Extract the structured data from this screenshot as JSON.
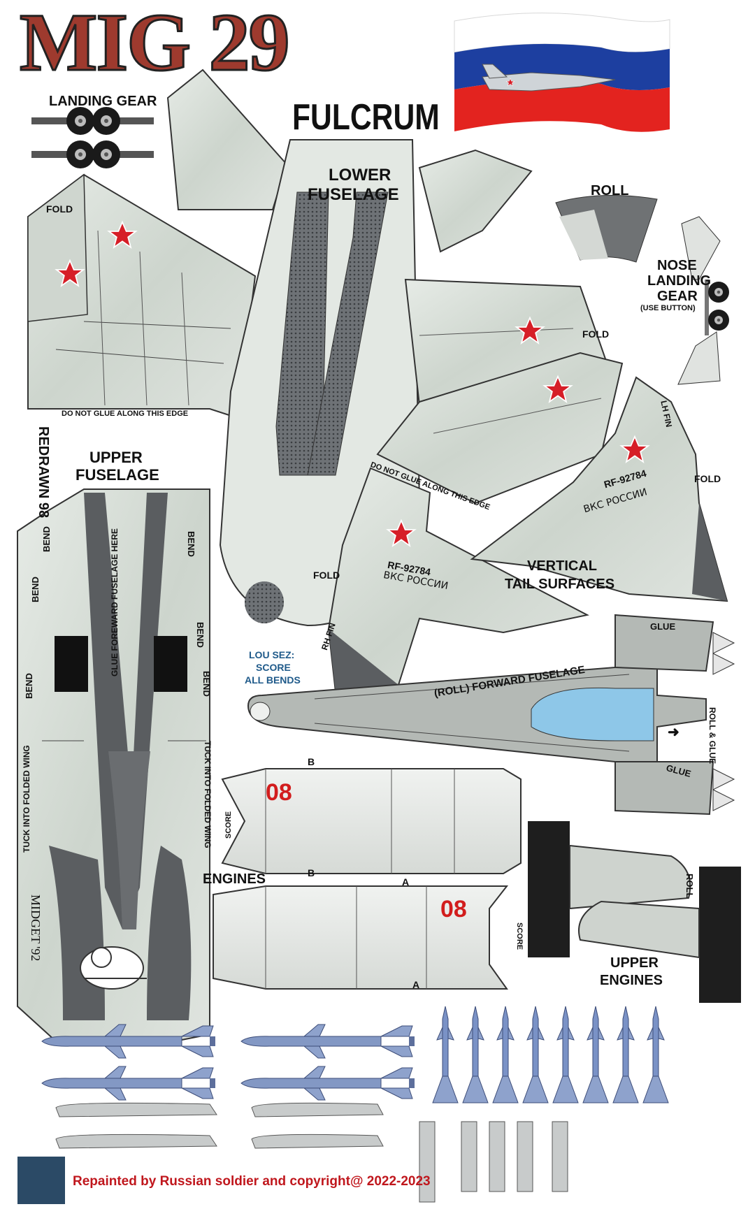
{
  "title": "MIG 29",
  "subtitle": "FULCRUM",
  "labels": {
    "landing_gear": "LANDING GEAR",
    "lower_fuselage_1": "LOWER",
    "lower_fuselage_2": "FUSELAGE",
    "roll": "ROLL",
    "nose_gear_1": "NOSE",
    "nose_gear_2": "LANDING",
    "nose_gear_3": "GEAR",
    "nose_gear_4": "(USE BUTTON)",
    "fold": "FOLD",
    "do_not_glue": "DO NOT GLUE ALONG THIS EDGE",
    "redrawn": "REDRAWN 98",
    "upper_fuselage_1": "UPPER",
    "upper_fuselage_2": "FUSELAGE",
    "glue_forward": "GLUE FOREWARD FUSELAGE HERE",
    "bend": "BEND",
    "tuck": "TUCK INTO FOLDED WING",
    "lh_fin": "LH FIN",
    "rh_fin": "RH FIN",
    "registration": "RF-92784",
    "registration_ru": "ВКС РОССИИ",
    "vertical_tail_1": "VERTICAL",
    "vertical_tail_2": "TAIL SURFACES",
    "lou_1": "LOU SEZ:",
    "lou_2": "SCORE",
    "lou_3": "ALL BENDS",
    "forward_fuselage": "(ROLL) FORWARD FUSELAGE",
    "glue": "GLUE",
    "roll_glue": "ROLL & GLUE",
    "score": "SCORE",
    "engines": "ENGINES",
    "engine_number": "08",
    "letter_a": "A",
    "letter_b": "B",
    "upper_engines_1": "UPPER",
    "upper_engines_2": "ENGINES",
    "signature": "MIDGET '92",
    "credit": "Repainted by Russian soldier and copyright@ 2022-2023"
  },
  "colors": {
    "title": "#9e3a2e",
    "camo_light": "#e3e8e3",
    "camo_mid": "#c9d1c9",
    "panel_grey": "#a6aba7",
    "dark_grey": "#4c4f52",
    "canopy": "#8ec7e8",
    "star": "#d61e27",
    "missile": "#7f95c2",
    "flag_white": "#ffffff",
    "flag_blue": "#1d3fa0",
    "flag_red": "#e3231f"
  }
}
